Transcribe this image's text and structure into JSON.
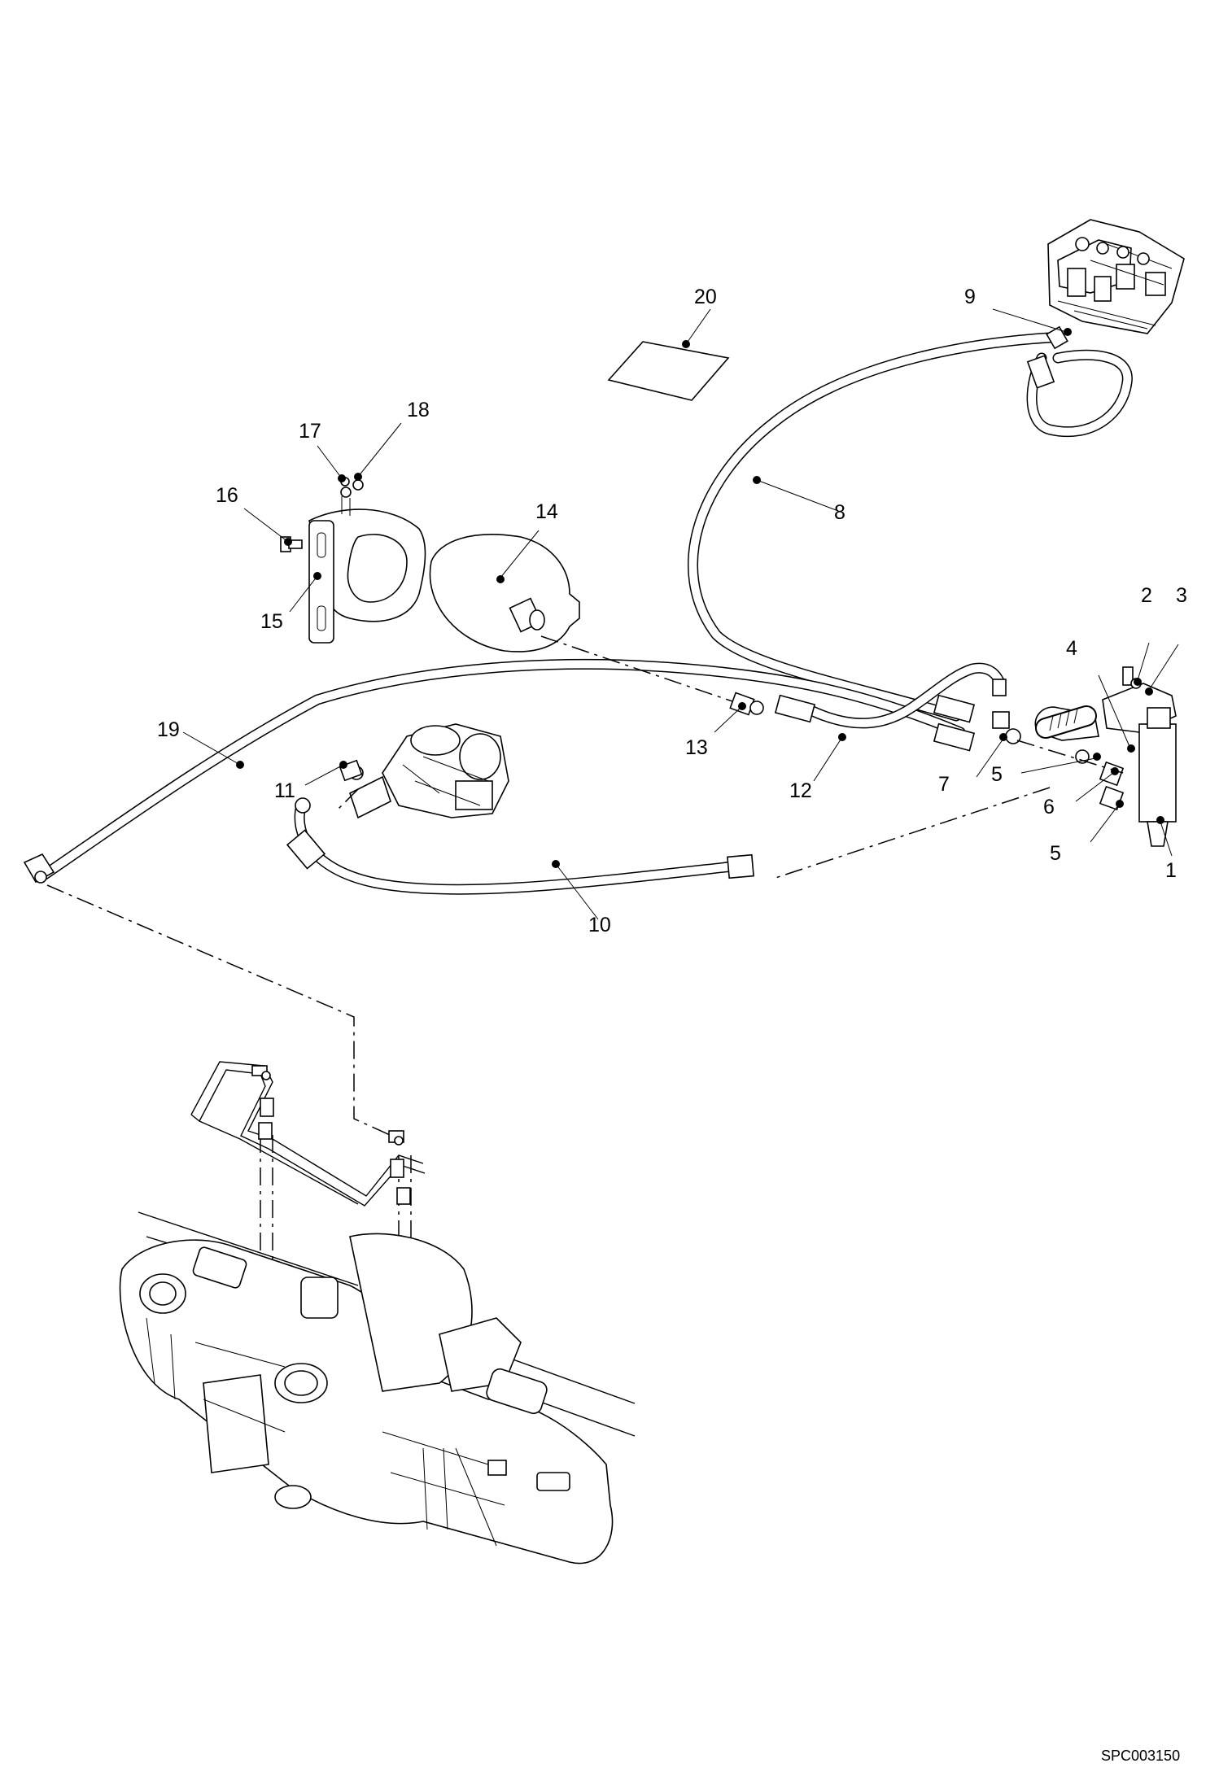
{
  "drawing_ref": "SPC003150",
  "callouts": [
    "1",
    "2",
    "3",
    "4",
    "5",
    "5",
    "6",
    "7",
    "8",
    "9",
    "10",
    "11",
    "12",
    "13",
    "14",
    "15",
    "16",
    "17",
    "18",
    "19",
    "20"
  ]
}
